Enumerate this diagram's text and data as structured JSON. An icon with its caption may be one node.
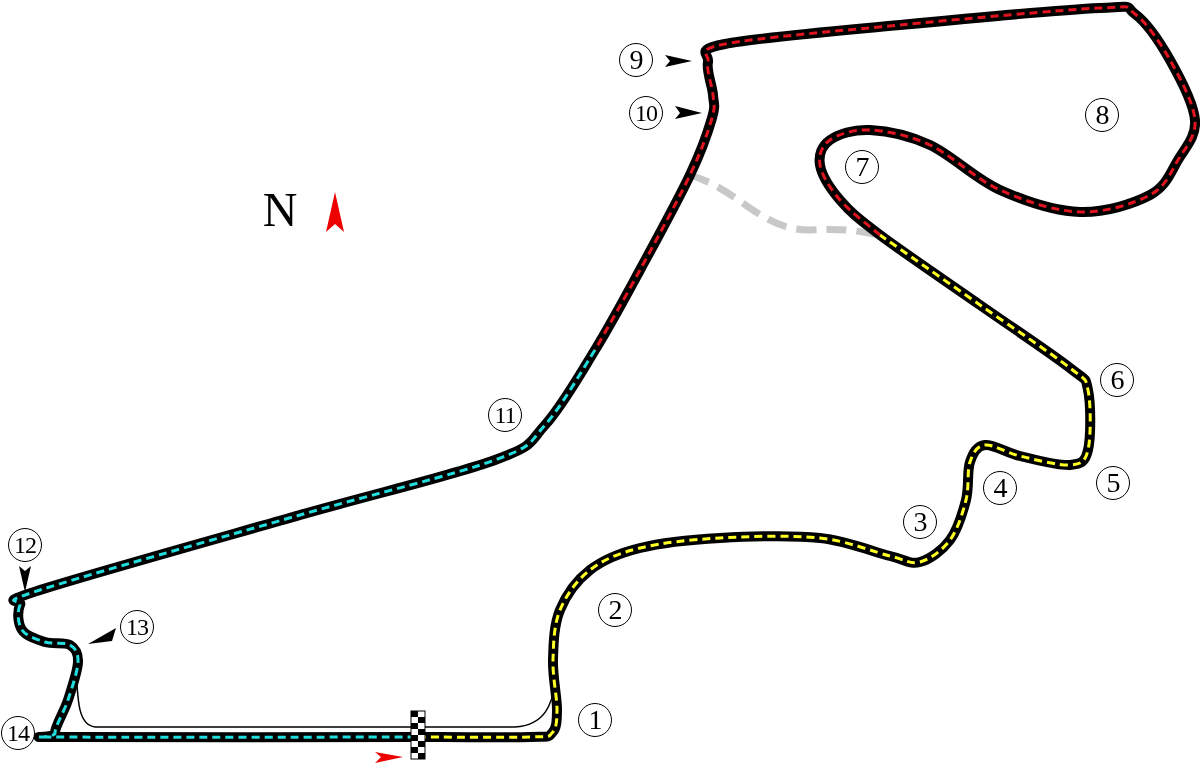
{
  "diagram": {
    "labels": [
      "N",
      "1",
      "2",
      "3",
      "4",
      "5",
      "6",
      "7",
      "8",
      "9",
      "10",
      "11",
      "12",
      "13",
      "14"
    ]
  }
}
